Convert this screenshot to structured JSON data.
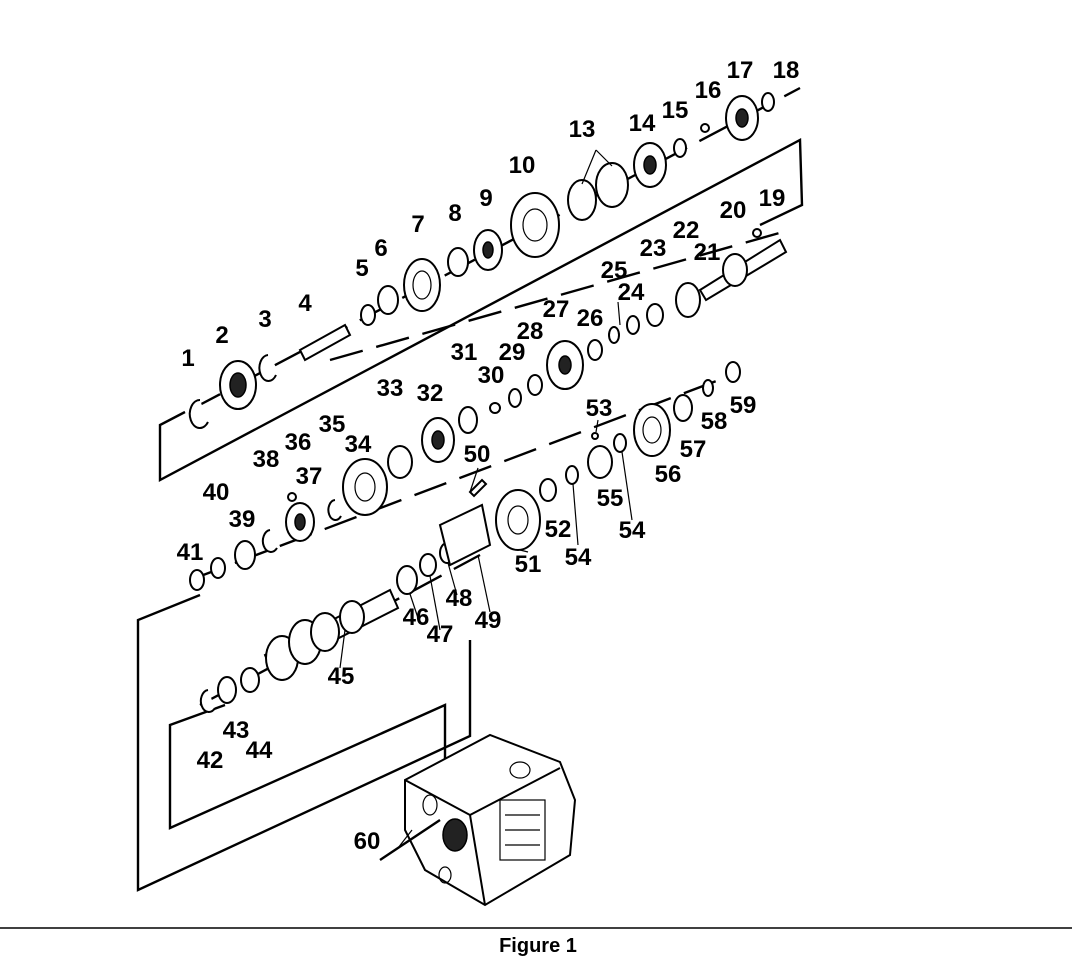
{
  "figure": {
    "caption": "Figure 1",
    "callouts": [
      {
        "id": "1",
        "text": "1"
      },
      {
        "id": "2",
        "text": "2"
      },
      {
        "id": "3",
        "text": "3"
      },
      {
        "id": "4",
        "text": "4"
      },
      {
        "id": "5",
        "text": "5"
      },
      {
        "id": "6",
        "text": "6"
      },
      {
        "id": "7",
        "text": "7"
      },
      {
        "id": "8",
        "text": "8"
      },
      {
        "id": "9",
        "text": "9"
      },
      {
        "id": "10",
        "text": "10"
      },
      {
        "id": "13",
        "text": "13"
      },
      {
        "id": "14",
        "text": "14"
      },
      {
        "id": "15",
        "text": "15"
      },
      {
        "id": "16",
        "text": "16"
      },
      {
        "id": "17",
        "text": "17"
      },
      {
        "id": "18",
        "text": "18"
      },
      {
        "id": "19",
        "text": "19"
      },
      {
        "id": "20",
        "text": "20"
      },
      {
        "id": "21",
        "text": "21"
      },
      {
        "id": "22",
        "text": "22"
      },
      {
        "id": "23",
        "text": "23"
      },
      {
        "id": "24",
        "text": "24"
      },
      {
        "id": "25",
        "text": "25"
      },
      {
        "id": "26",
        "text": "26"
      },
      {
        "id": "27",
        "text": "27"
      },
      {
        "id": "28",
        "text": "28"
      },
      {
        "id": "29",
        "text": "29"
      },
      {
        "id": "30",
        "text": "30"
      },
      {
        "id": "31",
        "text": "31"
      },
      {
        "id": "32",
        "text": "32"
      },
      {
        "id": "33",
        "text": "33"
      },
      {
        "id": "34",
        "text": "34"
      },
      {
        "id": "35",
        "text": "35"
      },
      {
        "id": "36",
        "text": "36"
      },
      {
        "id": "37",
        "text": "37"
      },
      {
        "id": "38",
        "text": "38"
      },
      {
        "id": "39",
        "text": "39"
      },
      {
        "id": "40",
        "text": "40"
      },
      {
        "id": "41",
        "text": "41"
      },
      {
        "id": "42",
        "text": "42"
      },
      {
        "id": "43",
        "text": "43"
      },
      {
        "id": "44",
        "text": "44"
      },
      {
        "id": "45",
        "text": "45"
      },
      {
        "id": "46",
        "text": "46"
      },
      {
        "id": "47",
        "text": "47"
      },
      {
        "id": "48",
        "text": "48"
      },
      {
        "id": "49",
        "text": "49"
      },
      {
        "id": "50",
        "text": "50"
      },
      {
        "id": "51",
        "text": "51"
      },
      {
        "id": "52",
        "text": "52"
      },
      {
        "id": "54a",
        "text": "54"
      },
      {
        "id": "53",
        "text": "53"
      },
      {
        "id": "54b",
        "text": "54"
      },
      {
        "id": "55",
        "text": "55"
      },
      {
        "id": "56",
        "text": "56"
      },
      {
        "id": "57",
        "text": "57"
      },
      {
        "id": "58",
        "text": "58"
      },
      {
        "id": "59",
        "text": "59"
      },
      {
        "id": "60",
        "text": "60"
      }
    ]
  }
}
